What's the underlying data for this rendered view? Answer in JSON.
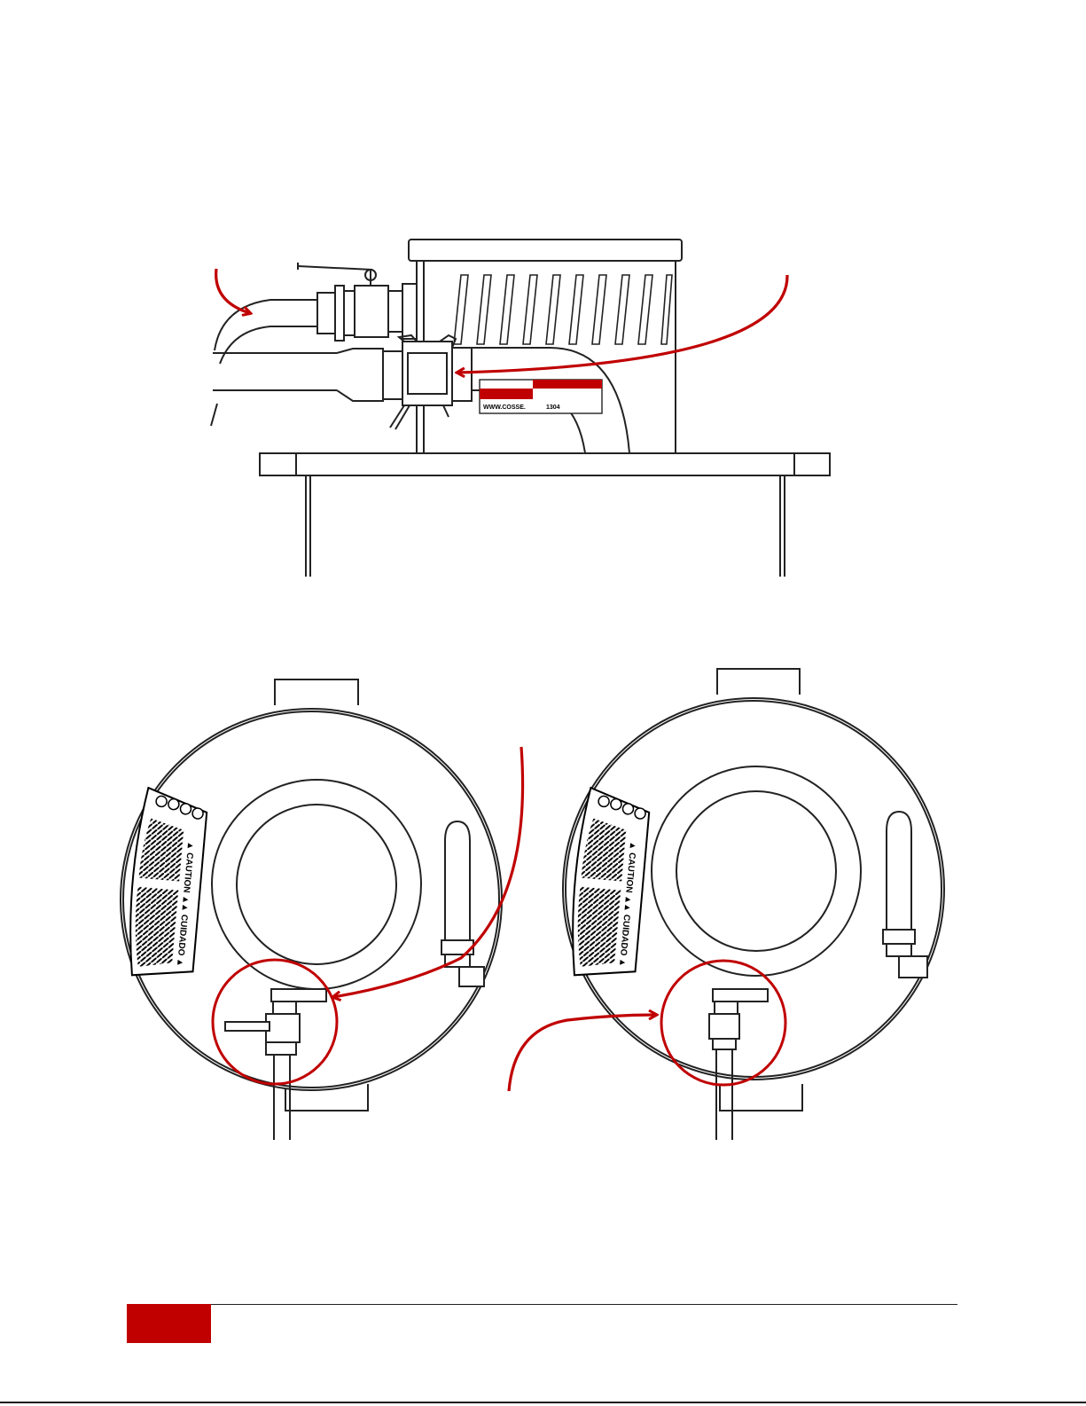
{
  "labels": {
    "caution": "▲ CAUTION ▲",
    "cuidado": "▲ CUIDADO ▲",
    "website": "WWW.COSSE.",
    "part_number": "1304"
  },
  "colors": {
    "accent": "#c00000",
    "line": "#222222"
  }
}
